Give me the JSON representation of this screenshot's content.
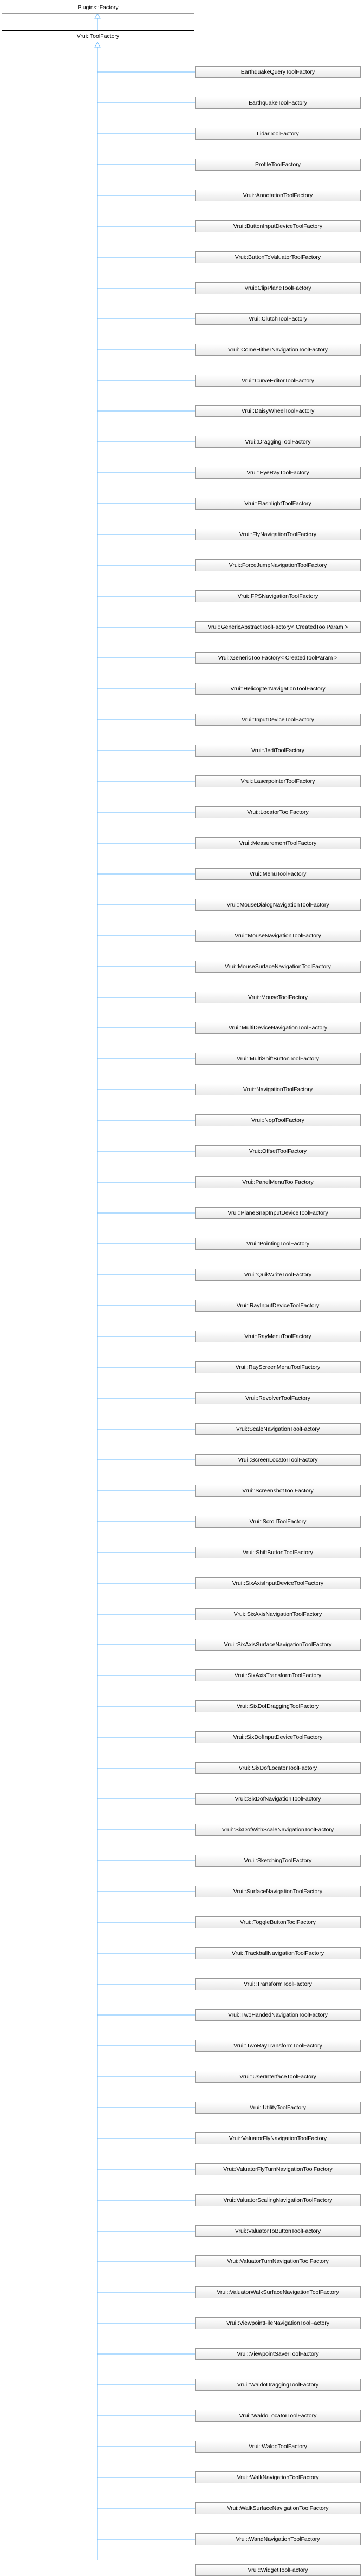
{
  "diagram": {
    "root": "Plugins::Factory",
    "current": "Vrui::ToolFactory",
    "children": [
      "EarthquakeQueryToolFactory",
      "EarthquakeToolFactory",
      "LidarToolFactory",
      "ProfileToolFactory",
      "Vrui::AnnotationToolFactory",
      "Vrui::ButtonInputDeviceToolFactory",
      "Vrui::ButtonToValuatorToolFactory",
      "Vrui::ClipPlaneToolFactory",
      "Vrui::ClutchToolFactory",
      "Vrui::ComeHitherNavigationToolFactory",
      "Vrui::CurveEditorToolFactory",
      "Vrui::DaisyWheelToolFactory",
      "Vrui::DraggingToolFactory",
      "Vrui::EyeRayToolFactory",
      "Vrui::FlashlightToolFactory",
      "Vrui::FlyNavigationToolFactory",
      "Vrui::ForceJumpNavigationToolFactory",
      "Vrui::FPSNavigationToolFactory",
      "Vrui::GenericAbstractToolFactory< CreatedToolParam >",
      "Vrui::GenericToolFactory< CreatedToolParam >",
      "Vrui::HelicopterNavigationToolFactory",
      "Vrui::InputDeviceToolFactory",
      "Vrui::JediToolFactory",
      "Vrui::LaserpointerToolFactory",
      "Vrui::LocatorToolFactory",
      "Vrui::MeasurementToolFactory",
      "Vrui::MenuToolFactory",
      "Vrui::MouseDialogNavigationToolFactory",
      "Vrui::MouseNavigationToolFactory",
      "Vrui::MouseSurfaceNavigationToolFactory",
      "Vrui::MouseToolFactory",
      "Vrui::MultiDeviceNavigationToolFactory",
      "Vrui::MultiShiftButtonToolFactory",
      "Vrui::NavigationToolFactory",
      "Vrui::NopToolFactory",
      "Vrui::OffsetToolFactory",
      "Vrui::PanelMenuToolFactory",
      "Vrui::PlaneSnapInputDeviceToolFactory",
      "Vrui::PointingToolFactory",
      "Vrui::QuikWriteToolFactory",
      "Vrui::RayInputDeviceToolFactory",
      "Vrui::RayMenuToolFactory",
      "Vrui::RayScreenMenuToolFactory",
      "Vrui::RevolverToolFactory",
      "Vrui::ScaleNavigationToolFactory",
      "Vrui::ScreenLocatorToolFactory",
      "Vrui::ScreenshotToolFactory",
      "Vrui::ScrollToolFactory",
      "Vrui::ShiftButtonToolFactory",
      "Vrui::SixAxisInputDeviceToolFactory",
      "Vrui::SixAxisNavigationToolFactory",
      "Vrui::SixAxisSurfaceNavigationToolFactory",
      "Vrui::SixAxisTransformToolFactory",
      "Vrui::SixDofDraggingToolFactory",
      "Vrui::SixDofInputDeviceToolFactory",
      "Vrui::SixDofLocatorToolFactory",
      "Vrui::SixDofNavigationToolFactory",
      "Vrui::SixDofWithScaleNavigationToolFactory",
      "Vrui::SketchingToolFactory",
      "Vrui::SurfaceNavigationToolFactory",
      "Vrui::ToggleButtonToolFactory",
      "Vrui::TrackballNavigationToolFactory",
      "Vrui::TransformToolFactory",
      "Vrui::TwoHandedNavigationToolFactory",
      "Vrui::TwoRayTransformToolFactory",
      "Vrui::UserInterfaceToolFactory",
      "Vrui::UtilityToolFactory",
      "Vrui::ValuatorFlyNavigationToolFactory",
      "Vrui::ValuatorFlyTurnNavigationToolFactory",
      "Vrui::ValuatorScalingNavigationToolFactory",
      "Vrui::ValuatorToButtonToolFactory",
      "Vrui::ValuatorTurnNavigationToolFactory",
      "Vrui::ValuatorWalkSurfaceNavigationToolFactory",
      "Vrui::ViewpointFileNavigationToolFactory",
      "Vrui::ViewpointSaverToolFactory",
      "Vrui::WaldoDraggingToolFactory",
      "Vrui::WaldoLocatorToolFactory",
      "Vrui::WaldoToolFactory",
      "Vrui::WalkNavigationToolFactory",
      "Vrui::WalkSurfaceNavigationToolFactory",
      "Vrui::WandNavigationToolFactory",
      "Vrui::WidgetToolFactory"
    ]
  }
}
